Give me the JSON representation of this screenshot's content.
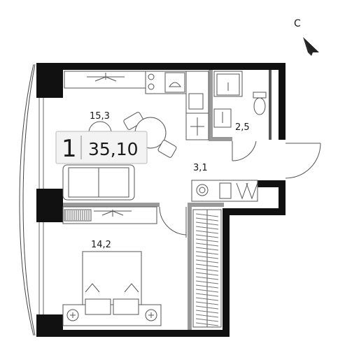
{
  "compass": {
    "letter": "С",
    "icon": "north-arrow-icon"
  },
  "badge": {
    "rooms": "1",
    "total_area": "35,10"
  },
  "rooms": {
    "living_area": "15,3",
    "bathroom_area": "2,5",
    "hall_area": "3,1",
    "bedroom_area": "14,2"
  },
  "colors": {
    "wall": "#111111",
    "partition": "#9a9a9a",
    "furniture": "#555555",
    "badge_bg": "#f3f3f3"
  }
}
